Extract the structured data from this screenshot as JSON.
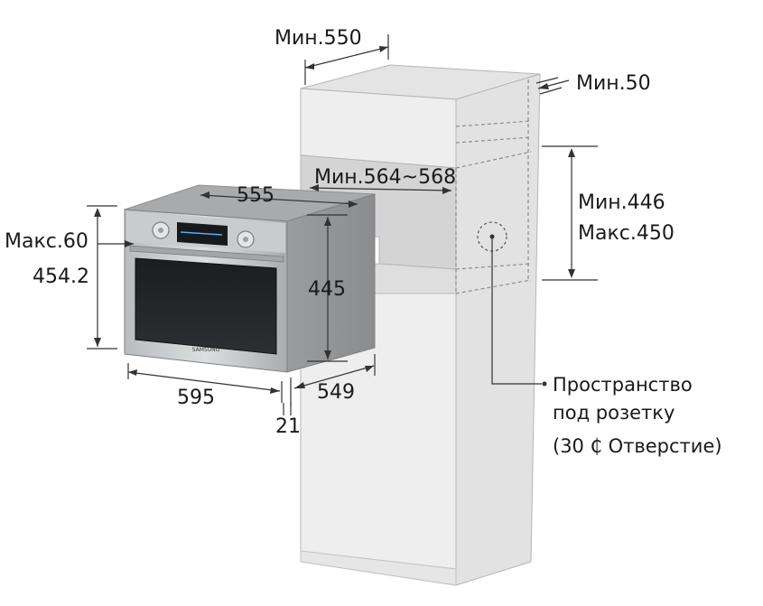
{
  "diagram": {
    "cabinet": {
      "min_depth": "Мин.550",
      "min_gap": "Мин.50",
      "niche_width": "Мин.564~568",
      "niche_height_min": "Мин.446",
      "niche_height_max": "Макс.450"
    },
    "oven": {
      "max_depth_label": "Макс.60",
      "front_height": "454.2",
      "width": "555",
      "height": "445",
      "front_width": "595",
      "depth": "549",
      "panel_thickness": "21",
      "brand": "SAMSUNG"
    },
    "socket": {
      "line1": "Пространство",
      "line2": "под розетку",
      "line3": "(30 ₵  Отверстие)"
    }
  }
}
